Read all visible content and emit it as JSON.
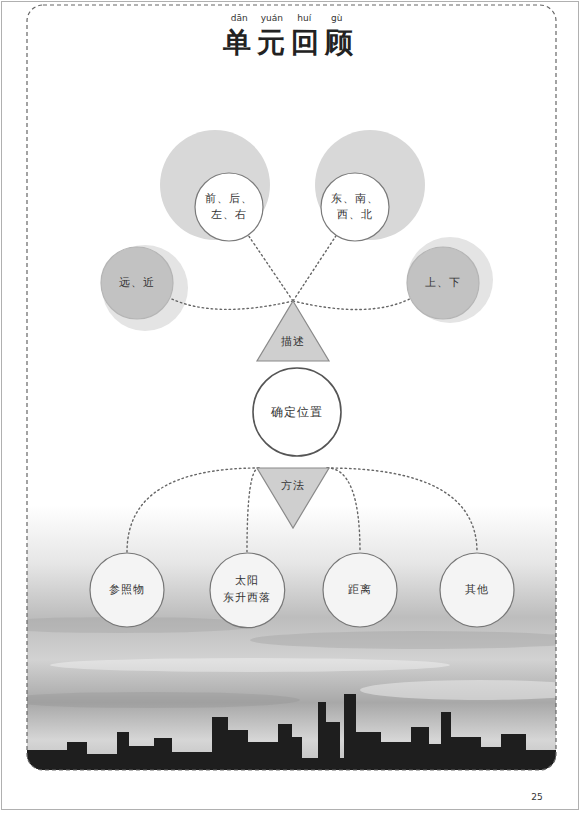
{
  "diagram": {
    "title": "单元回顾",
    "nodes": [
      {
        "text": [
          "前、后、左、右"
        ]
      },
      {
        "text": [
          "东、南、西、北"
        ]
      },
      {
        "text": [
          "远、近"
        ]
      },
      {
        "text": [
          "上、下"
        ]
      },
      {
        "text": [
          "描述"
        ]
      },
      {
        "text": [
          "确定位置"
        ]
      },
      {
        "text": [
          "方法"
        ]
      },
      {
        "text": [
          "参照物"
        ]
      },
      {
        "text": [
          "太阳 东升西落"
        ]
      },
      {
        "text": [
          "距离"
        ]
      },
      {
        "text": [
          "其他"
        ]
      }
    ],
    "edges": [
      {
        "from": 4,
        "to": 0,
        "arrow": "none"
      },
      {
        "from": 4,
        "to": 1,
        "arrow": "none"
      },
      {
        "from": 4,
        "to": 2,
        "arrow": "none"
      },
      {
        "from": 4,
        "to": 3,
        "arrow": "none"
      },
      {
        "from": 6,
        "to": 7,
        "arrow": "none"
      },
      {
        "from": 6,
        "to": 8,
        "arrow": "none"
      },
      {
        "from": 6,
        "to": 9,
        "arrow": "none"
      },
      {
        "from": 6,
        "to": 10,
        "arrow": "none"
      }
    ],
    "labels": [
      "dān",
      "yuán",
      "huí",
      "gù",
      "25"
    ]
  }
}
